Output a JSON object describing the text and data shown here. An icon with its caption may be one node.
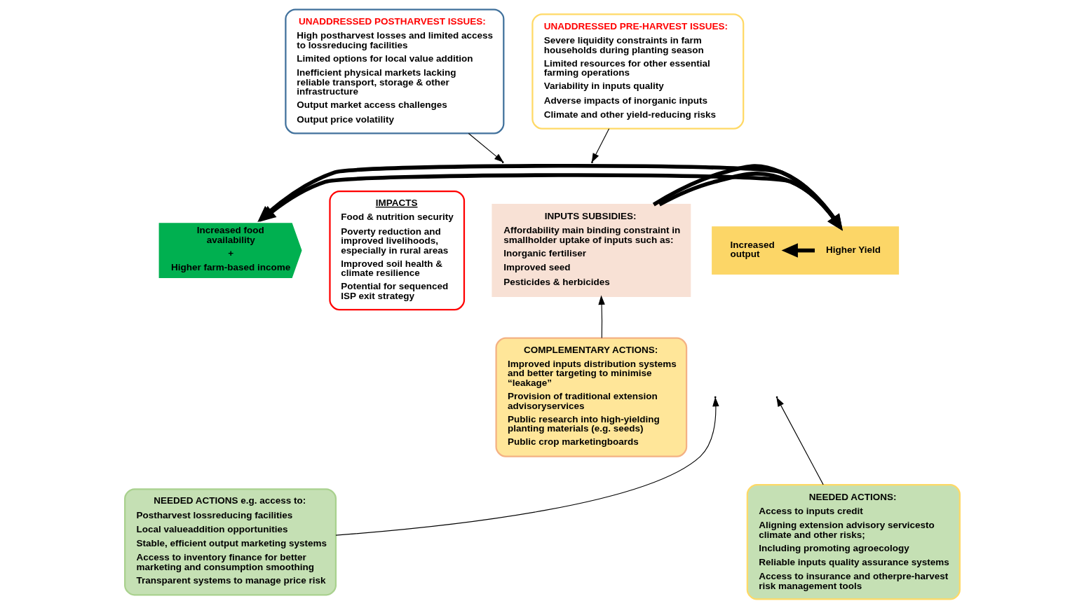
{
  "diagram": {
    "nodes": [
      {
        "text": [
          "UNADDRESSED PRE-HARVEST ISSUES:",
          "Severe liquidity constraints in farm households during planting season",
          "Limited resources for other essential farming operations",
          "Variability in inputs quality",
          "Adverse impacts of inorganic inputs",
          "Climate and other yield-reducing risks"
        ]
      },
      {
        "text": [
          "UNADDRESSED POSTHARVEST ISSUES:",
          "High postharvest losses and limited access to lossreducing facilities",
          "Limited options for local value addition",
          "Inefficient physical markets lacking reliable transport, storage & other infrastructure",
          "Output market access challenges",
          "Output price volatility"
        ]
      },
      {
        "text": [
          "INPUTS SUBSIDIES:",
          "Affordability main binding constraint in smallholder uptake of inputs such as:",
          "Inorganic fertiliser",
          "Improved seed",
          "Pesticides & herbicides"
        ]
      },
      {
        "text": [],
        "shape": "box"
      },
      {
        "text": [
          "Higher Yield"
        ],
        "in": 3
      },
      {
        "text": [
          "Increased output"
        ],
        "in": 3
      },
      {
        "text": [
          "Increased food availability",
          "+",
          "Higher farm-based income"
        ]
      },
      {
        "text": [
          "IMPACTS",
          "Food & nutrition security",
          "Poverty reduction and improved livelihoods, especially in rural areas",
          "Improved soil health & climate resilience",
          "Potential for sequenced ISP exit strategy"
        ]
      },
      {
        "text": [
          "COMPLEMENTARY ACTIONS:",
          "Improved inputs distribution systems and better targeting to minimise “leakage”",
          "Provision of traditional extension advisoryservices",
          "Public research into high-yielding planting materials (e.g. seeds)",
          "Public crop marketingboards"
        ]
      },
      {
        "text": [
          "NEEDED ACTIONS:",
          "Access to inputs credit",
          "Aligning extension advisory servicesto climate and other risks;",
          "Including promoting agroecology",
          "Reliable inputs quality assurance systems",
          "Access to insurance and otherpre-harvest risk management tools"
        ]
      },
      {
        "text": [
          "NEEDED ACTIONS e.g. access to:",
          "Postharvest lossreducing facilities",
          "Local valueaddition opportunities",
          "Stable, efficient output marketing systems",
          "Access to inventory finance for better marketing and consumption smoothing",
          "Transparent systems to manage price risk"
        ]
      }
    ],
    "edges": [
      {
        "from": 2,
        "to": 3,
        "arrow": "to",
        "style": "thick"
      },
      {
        "from": 2,
        "to": 3,
        "arrow": "to",
        "style": "thick"
      },
      {
        "from": 3,
        "to": 6,
        "arrow": "to",
        "style": "thick"
      },
      {
        "from": 3,
        "to": 6,
        "arrow": "to",
        "style": "thick"
      },
      {
        "from": 4,
        "to": 5,
        "arrow": "to",
        "style": "thick"
      },
      {
        "from": 0,
        "to": null,
        "arrow": "to"
      },
      {
        "from": 1,
        "to": null,
        "arrow": "to"
      },
      {
        "from": 8,
        "to": 2,
        "arrow": "to"
      },
      {
        "from": 9,
        "to": null,
        "arrow": "to"
      },
      {
        "from": 10,
        "to": null,
        "arrow": "to"
      }
    ]
  }
}
